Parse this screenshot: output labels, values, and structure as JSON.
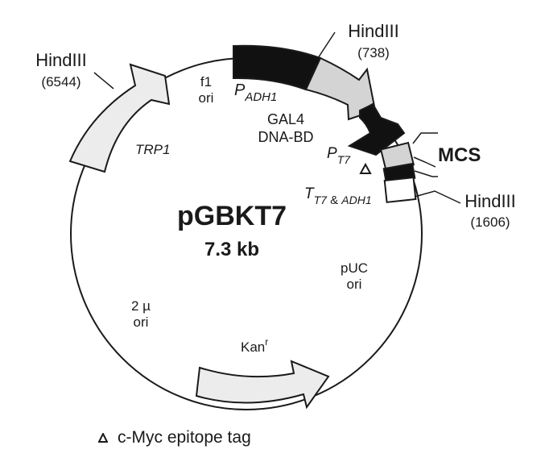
{
  "plasmid": {
    "name": "pGBKT7",
    "size": "7.3 kb"
  },
  "sites": {
    "hind_738": {
      "name": "HindIII",
      "pos": "(738)"
    },
    "hind_1606": {
      "name": "HindIII",
      "pos": "(1606)"
    },
    "hind_6544": {
      "name": "HindIII",
      "pos": "(6544)"
    }
  },
  "features": {
    "f1_ori": {
      "line1": "f1",
      "line2": "ori"
    },
    "p_adh1": {
      "main": "P",
      "sub": "ADH1"
    },
    "gal4": {
      "line1": "GAL4",
      "line2": "DNA-BD"
    },
    "p_t7": {
      "main": "P",
      "sub": "T7"
    },
    "t_t7": {
      "main": "T",
      "sub1": "T7",
      "amp": " & ",
      "sub2": "ADH1"
    },
    "trp1": "TRP1",
    "mcs": "MCS",
    "puc_ori": {
      "line1": "pUC",
      "line2": "ori"
    },
    "two_mu_ori": {
      "line1": "2 µ",
      "line2": "ori"
    },
    "kan": {
      "main": "Kan",
      "sup": "r"
    }
  },
  "legend": {
    "text": "c-Myc epitope tag"
  },
  "colors": {
    "black": "#111111",
    "light_gray": "#d4d4d4",
    "pale_gray": "#ececec",
    "line": "#1a1a1a"
  }
}
